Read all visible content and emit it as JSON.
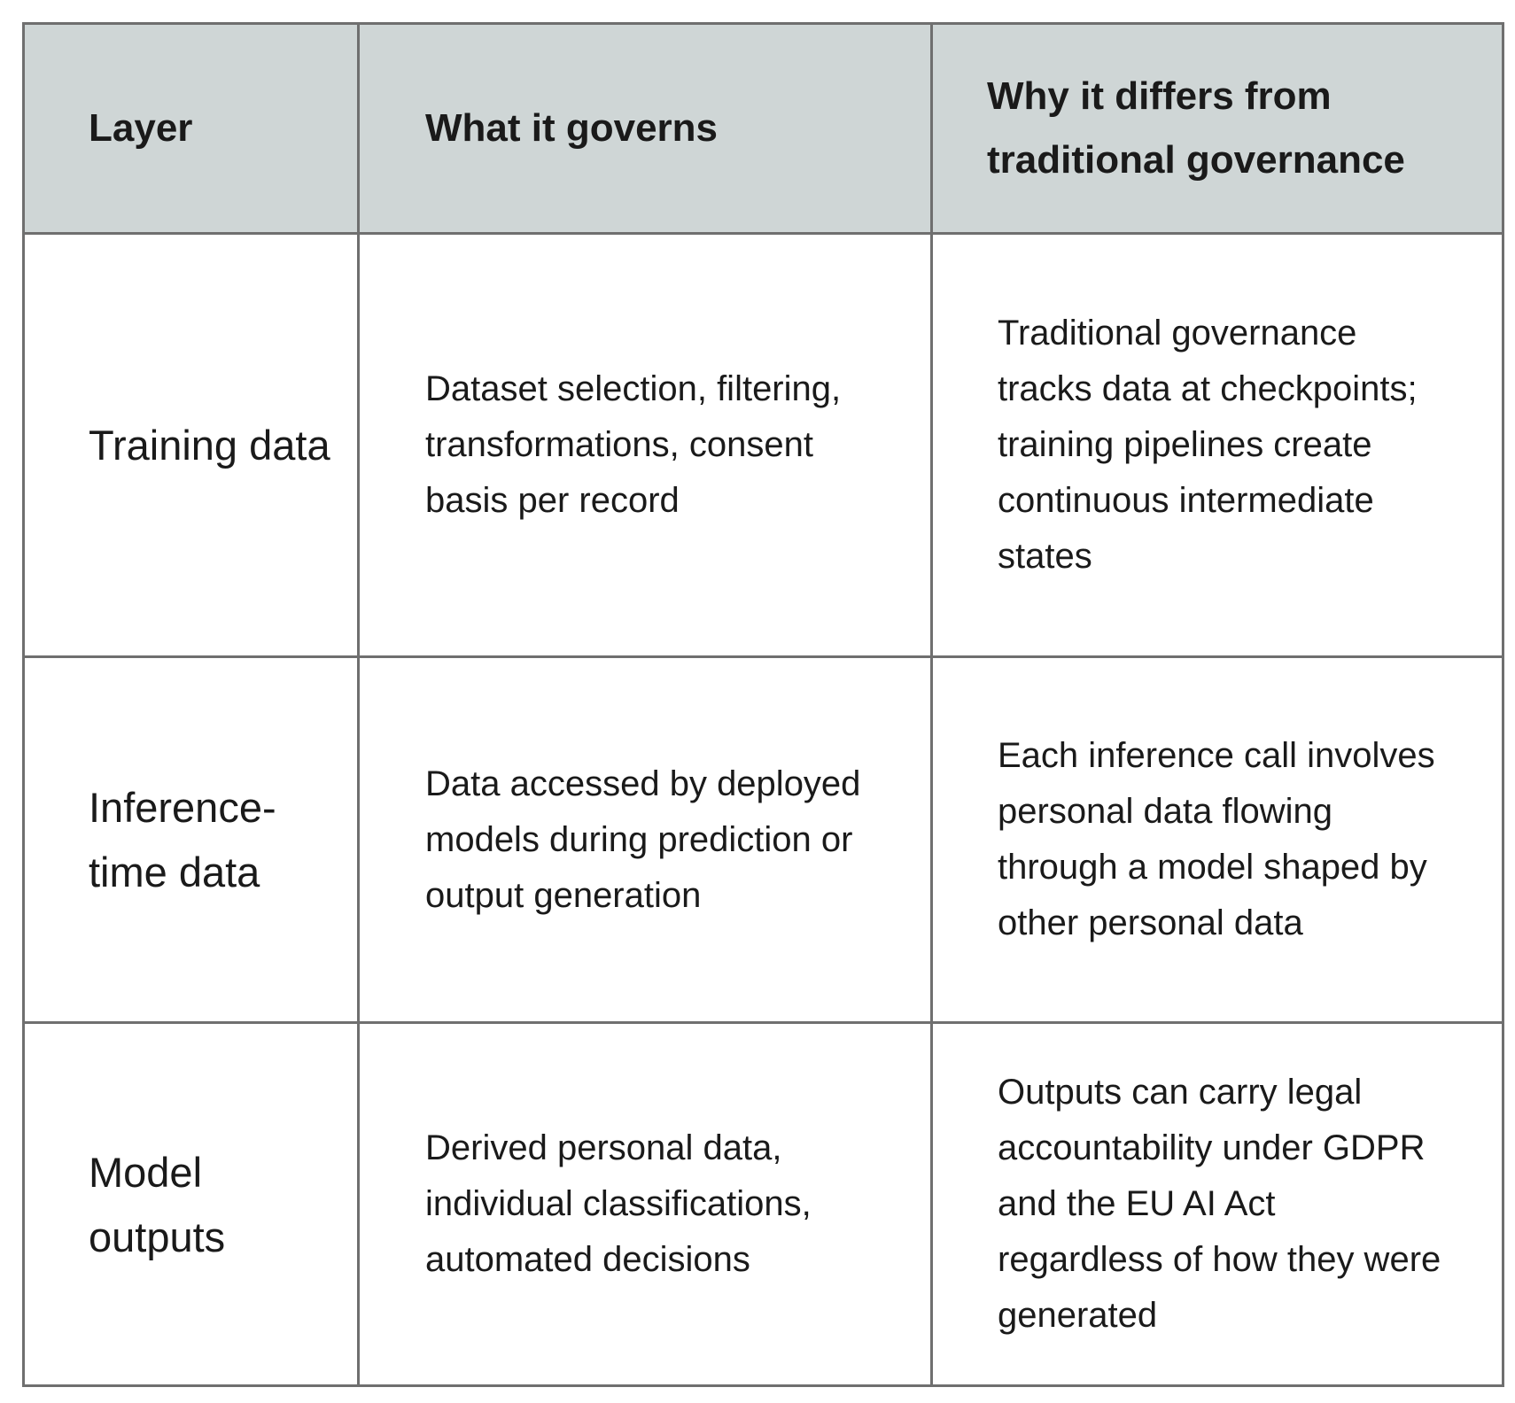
{
  "table": {
    "headers": {
      "layer": "Layer",
      "governs": "What it governs",
      "differs": "Why it differs from traditional governance"
    },
    "rows": [
      {
        "layer": "Training data",
        "governs": "Dataset selection, filtering, transformations, consent basis per record",
        "differs": "Traditional governance tracks data at checkpoints; training pipelines create continuous intermediate states"
      },
      {
        "layer": "Inference-time data",
        "governs": "Data accessed by deployed models during prediction or output generation",
        "differs": "Each inference call involves personal data flowing through a model shaped by other personal data"
      },
      {
        "layer": "Model outputs",
        "governs": "Derived personal data, individual classifications, automated decisions",
        "differs": "Outputs can carry legal accountability under GDPR and the EU AI Act regardless of how they were generated"
      }
    ]
  }
}
